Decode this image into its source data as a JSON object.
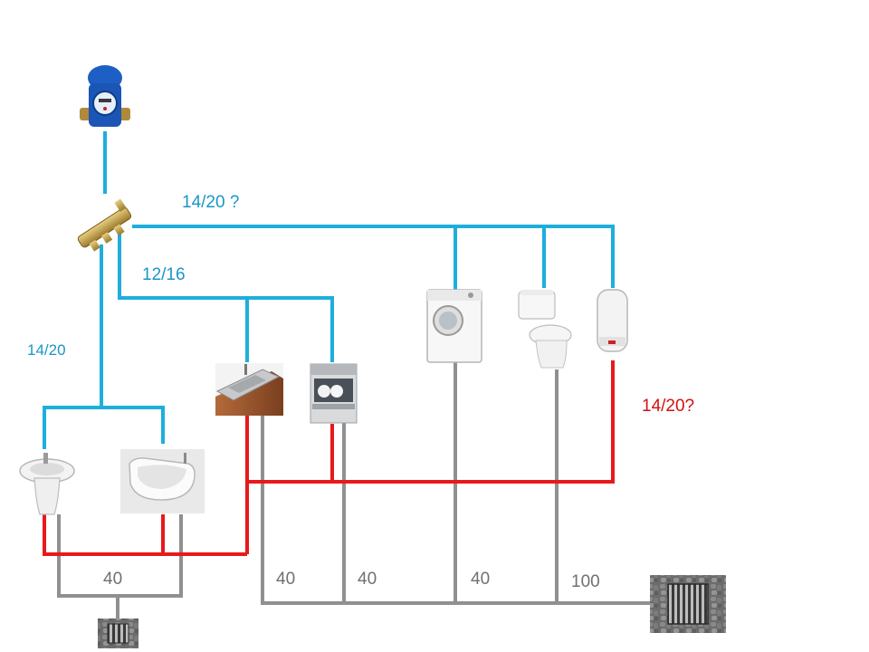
{
  "colors": {
    "cold_pipe": "#1eaedc",
    "hot_pipe": "#e8191c",
    "drain_pipe": "#909090",
    "label_blue": "#1a96c8",
    "label_red": "#d41010",
    "label_grey": "#707070"
  },
  "labels": {
    "main_cold": "14/20 ?",
    "branch_cold": "12/16",
    "left_cold": "14/20",
    "hot": "14/20?",
    "drain_basin": "40",
    "drain_sink": "40",
    "drain_dishwasher": "40",
    "drain_washing_machine": "40",
    "drain_toilet": "100"
  },
  "fixtures": [
    {
      "name": "water-meter-icon"
    },
    {
      "name": "manifold-icon"
    },
    {
      "name": "washbasin-icon"
    },
    {
      "name": "bathtub-icon"
    },
    {
      "name": "kitchen-sink-icon"
    },
    {
      "name": "dishwasher-icon"
    },
    {
      "name": "washing-machine-icon"
    },
    {
      "name": "toilet-icon"
    },
    {
      "name": "water-heater-icon"
    },
    {
      "name": "floor-drain-small-icon"
    },
    {
      "name": "floor-drain-large-icon"
    }
  ]
}
